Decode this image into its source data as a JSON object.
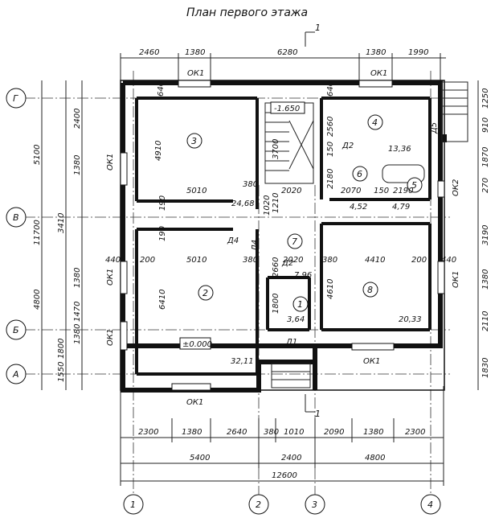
{
  "title": "План первого этажа",
  "section_mark": "1",
  "axes": {
    "horizontal": [
      "1",
      "2",
      "3",
      "4"
    ],
    "vertical": [
      "Г",
      "В",
      "Б",
      "А"
    ]
  },
  "dims": {
    "top": [
      "2460",
      "1380",
      "6280",
      "1380",
      "1990"
    ],
    "bottom_row1": [
      "2300",
      "1380",
      "2640",
      "380",
      "1010",
      "2090",
      "1380",
      "2300"
    ],
    "bottom_row2": [
      "5400",
      "2400",
      "4800"
    ],
    "bottom_total": "12600",
    "left_outer": [
      "5100",
      "11700",
      "4800"
    ],
    "left_mid": [
      "3410"
    ],
    "left_inner": [
      "2400",
      "1380",
      "1380",
      "1470",
      "1380",
      "1800",
      "1550"
    ],
    "right": [
      "1250",
      "910",
      "1870",
      "270",
      "3190",
      "1380",
      "2110",
      "1830"
    ]
  },
  "windows": {
    "label": "ОК1",
    "label2": "ОК2"
  },
  "rooms": [
    {
      "num": "3",
      "area": ""
    },
    {
      "num": "4",
      "area": "13,36"
    },
    {
      "num": "2",
      "area": "32,11"
    },
    {
      "num": "8",
      "area": "20,33"
    },
    {
      "num": "1",
      "area": "3,64"
    },
    {
      "num": "7",
      "area": "7,96"
    },
    {
      "num": "6",
      "area": "4,52"
    },
    {
      "num": "5",
      "area": "4,79"
    }
  ],
  "hall_area": "24,68",
  "level_mark": "±0.000",
  "stair_level": "-1.650",
  "doors": [
    "Д1",
    "Д2",
    "Д2",
    "Д4",
    "Д4",
    "Д5"
  ],
  "inner_dims": {
    "room3_w": "5010",
    "room3_h": "4910",
    "room2_w": "5010",
    "room2_h": "6410",
    "room8_w": "4410",
    "room8_h": "4610",
    "hall_w": "2020",
    "hall_w2": "2020",
    "d640": "640",
    "d380": "380",
    "d190": "190",
    "d200": "200",
    "d440": "440",
    "d150": "150",
    "d2560": "2560",
    "d2180": "2180",
    "d2070": "2070",
    "d2190": "2190",
    "d1210": "1210",
    "d2660": "2660",
    "d1800": "1800",
    "d3700": "3700",
    "d1020": "1020"
  }
}
